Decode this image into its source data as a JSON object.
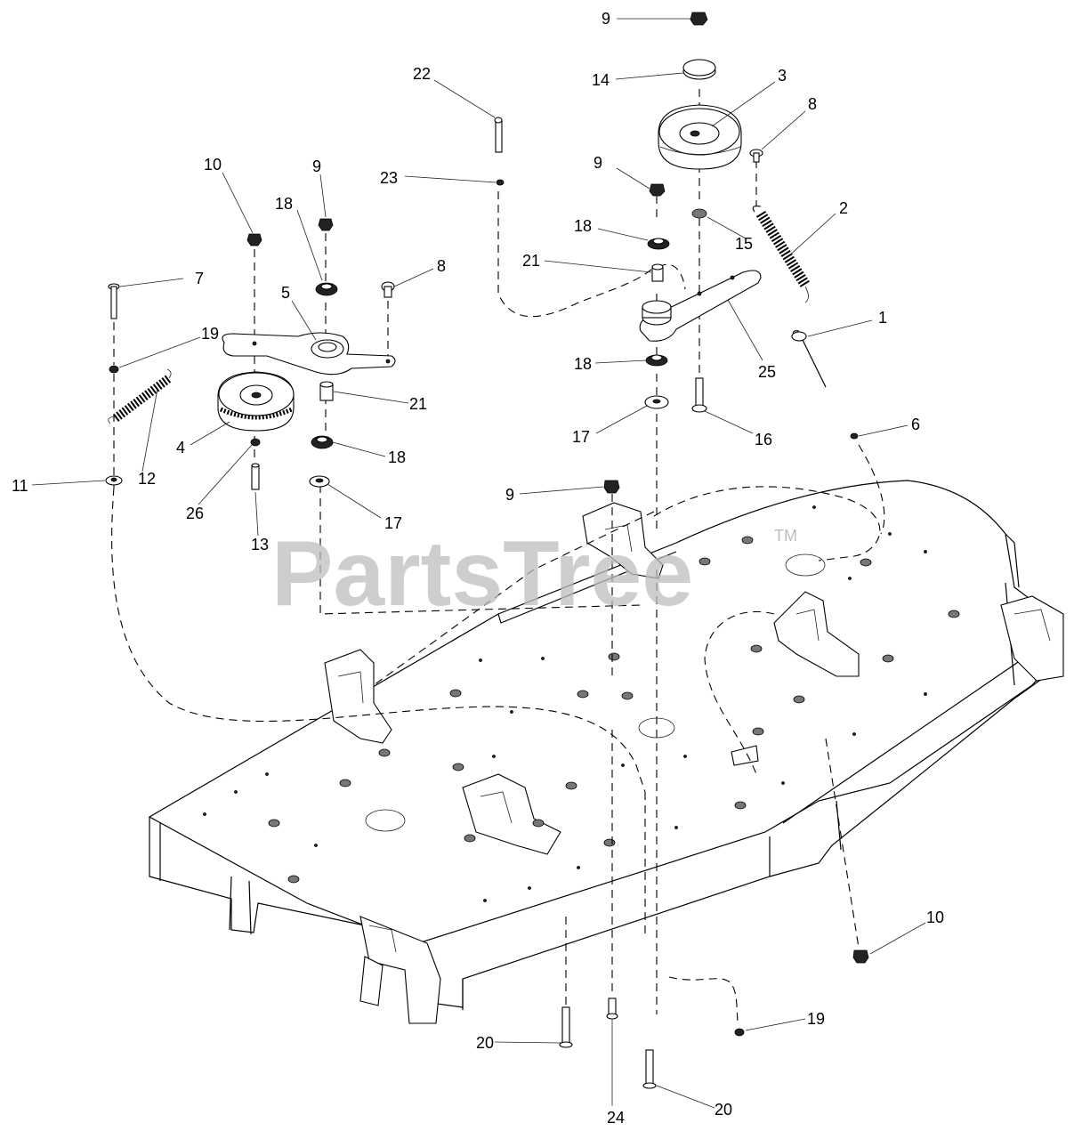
{
  "watermark": {
    "text": "PartsTree",
    "trademark": "TM"
  },
  "callouts": [
    {
      "id": "c9a",
      "label": "9"
    },
    {
      "id": "c14",
      "label": "14"
    },
    {
      "id": "c3",
      "label": "3"
    },
    {
      "id": "c8a",
      "label": "8"
    },
    {
      "id": "c22",
      "label": "22"
    },
    {
      "id": "c23",
      "label": "23"
    },
    {
      "id": "c9b",
      "label": "9"
    },
    {
      "id": "c2",
      "label": "2"
    },
    {
      "id": "c18a",
      "label": "18"
    },
    {
      "id": "c15",
      "label": "15"
    },
    {
      "id": "c21a",
      "label": "21"
    },
    {
      "id": "c10a",
      "label": "10"
    },
    {
      "id": "c9c",
      "label": "9"
    },
    {
      "id": "c18b",
      "label": "18"
    },
    {
      "id": "c8b",
      "label": "8"
    },
    {
      "id": "c7",
      "label": "7"
    },
    {
      "id": "c5",
      "label": "5"
    },
    {
      "id": "c1",
      "label": "1"
    },
    {
      "id": "c25",
      "label": "25"
    },
    {
      "id": "c19a",
      "label": "19"
    },
    {
      "id": "c18c",
      "label": "18"
    },
    {
      "id": "c21b",
      "label": "21"
    },
    {
      "id": "c16",
      "label": "16"
    },
    {
      "id": "c17a",
      "label": "17"
    },
    {
      "id": "c6",
      "label": "6"
    },
    {
      "id": "c4",
      "label": "4"
    },
    {
      "id": "c18d",
      "label": "18"
    },
    {
      "id": "c12",
      "label": "12"
    },
    {
      "id": "c11",
      "label": "11"
    },
    {
      "id": "c17b",
      "label": "17"
    },
    {
      "id": "c26",
      "label": "26"
    },
    {
      "id": "c9d",
      "label": "9"
    },
    {
      "id": "c13",
      "label": "13"
    },
    {
      "id": "c10b",
      "label": "10"
    },
    {
      "id": "c19b",
      "label": "19"
    },
    {
      "id": "c20a",
      "label": "20"
    },
    {
      "id": "c24",
      "label": "24"
    },
    {
      "id": "c20b",
      "label": "20"
    }
  ]
}
